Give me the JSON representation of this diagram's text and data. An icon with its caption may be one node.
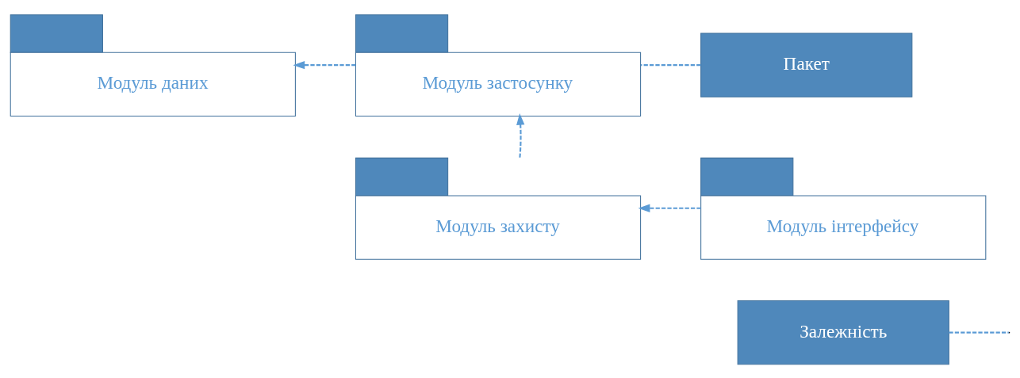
{
  "diagram": {
    "nodes": [
      {
        "text": [
          "Модуль даних"
        ]
      },
      {
        "text": [
          "Модуль застосунку"
        ]
      },
      {
        "text": [
          "Пакет"
        ]
      },
      {
        "text": [
          "Модуль захисту"
        ]
      },
      {
        "text": [
          "Модуль інтерфейсу"
        ]
      },
      {
        "text": [
          "Залежність"
        ]
      }
    ],
    "edges": [
      {
        "from": 1,
        "to": 0,
        "arrow": "to",
        "style": "dashed"
      },
      {
        "from": 2,
        "to": 1,
        "arrow": "none",
        "style": "dashed"
      },
      {
        "from": 3,
        "to": 1,
        "arrow": "to",
        "style": "dashed"
      },
      {
        "from": 4,
        "to": 3,
        "arrow": "to",
        "style": "dashed"
      },
      {
        "from": 5,
        "to": null,
        "arrow": "none",
        "style": "dashed"
      }
    ]
  }
}
